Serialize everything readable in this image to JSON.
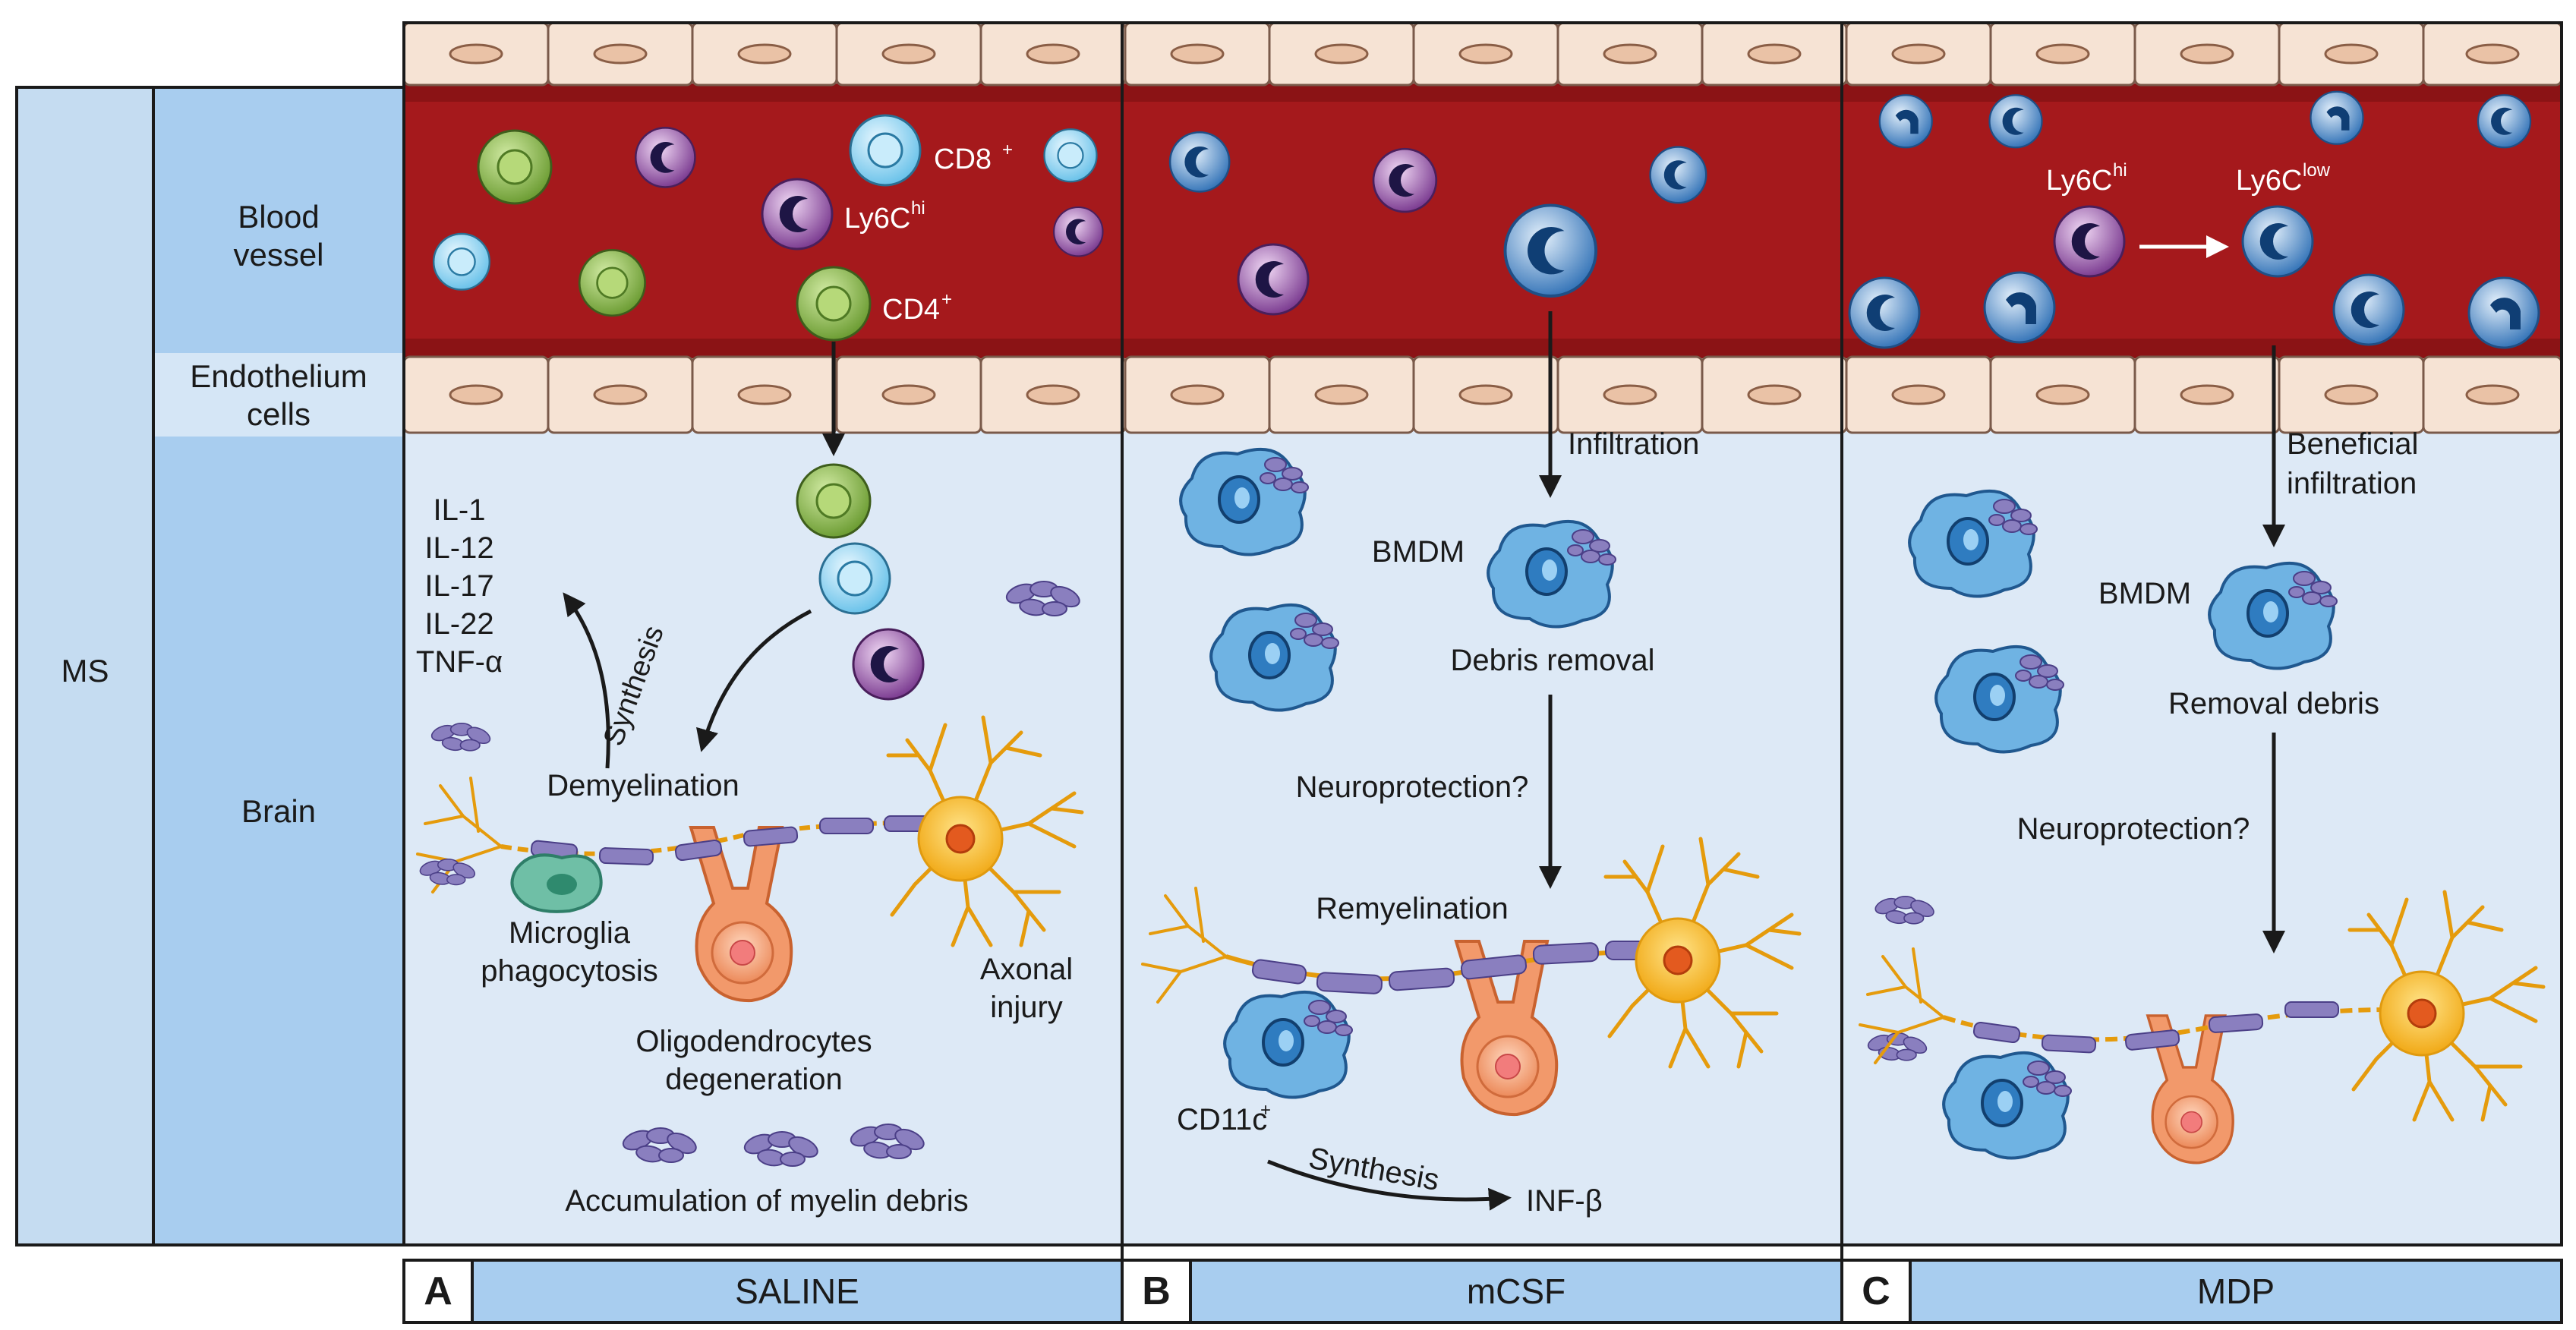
{
  "side_labels": {
    "ms": "MS",
    "blood": "Blood",
    "vessel": "vessel",
    "endo1": "Endothelium",
    "endo2": "cells",
    "brain": "Brain"
  },
  "panel_a": {
    "letter": "A",
    "name": "SALINE",
    "cd8": "CD8",
    "cd8_sup": "+",
    "ly6c": "Ly6C",
    "ly6c_sup": "hi",
    "cd4": "CD4",
    "cd4_sup": "+",
    "cytokines": [
      "IL-1",
      "IL-12",
      "IL-17",
      "IL-22",
      "TNF-α"
    ],
    "synthesis": "Synthesis",
    "demyelination": "Demyelination",
    "microglia1": "Microglia",
    "microglia2": "phagocytosis",
    "axonal1": "Axonal",
    "axonal2": "injury",
    "oligo1": "Oligodendrocytes",
    "oligo2": "degeneration",
    "accum": "Accumulation of myelin debris"
  },
  "panel_b": {
    "letter": "B",
    "name": "mCSF",
    "infiltration": "Infiltration",
    "bmdm": "BMDM",
    "debris": "Debris removal",
    "neuro": "Neuroprotection?",
    "remyelination": "Remyelination",
    "cd11c": "CD11c",
    "cd11c_sup": "+",
    "synthesis": "Synthesis",
    "inf": "INF-β"
  },
  "panel_c": {
    "letter": "C",
    "name": "MDP",
    "ly6chi": "Ly6C",
    "ly6chi_sup": "hi",
    "ly6clow": "Ly6C",
    "ly6clow_sup": "low",
    "beneficial1": "Beneficial",
    "beneficial2": "infiltration",
    "bmdm": "BMDM",
    "removal": "Removal debris",
    "neuro": "Neuroprotection?"
  },
  "colors": {
    "blood": "#a5191c",
    "endothelium": "#f6e3d4",
    "brain_bg": "#dde9f6",
    "side_col": "#c5dcf1",
    "label_bar": "#a8cdef",
    "green_cell": "#8fbe4a",
    "cyan_cell": "#8fd2ef",
    "purple_cell": "#8a4a9a",
    "blue_cell": "#3f86c8",
    "macrophage": "#6fb3e3",
    "myelin": "#8a7fbf",
    "neuron": "#f4b21f",
    "oligo": "#f2996b",
    "microglia": "#6fbfa6"
  }
}
